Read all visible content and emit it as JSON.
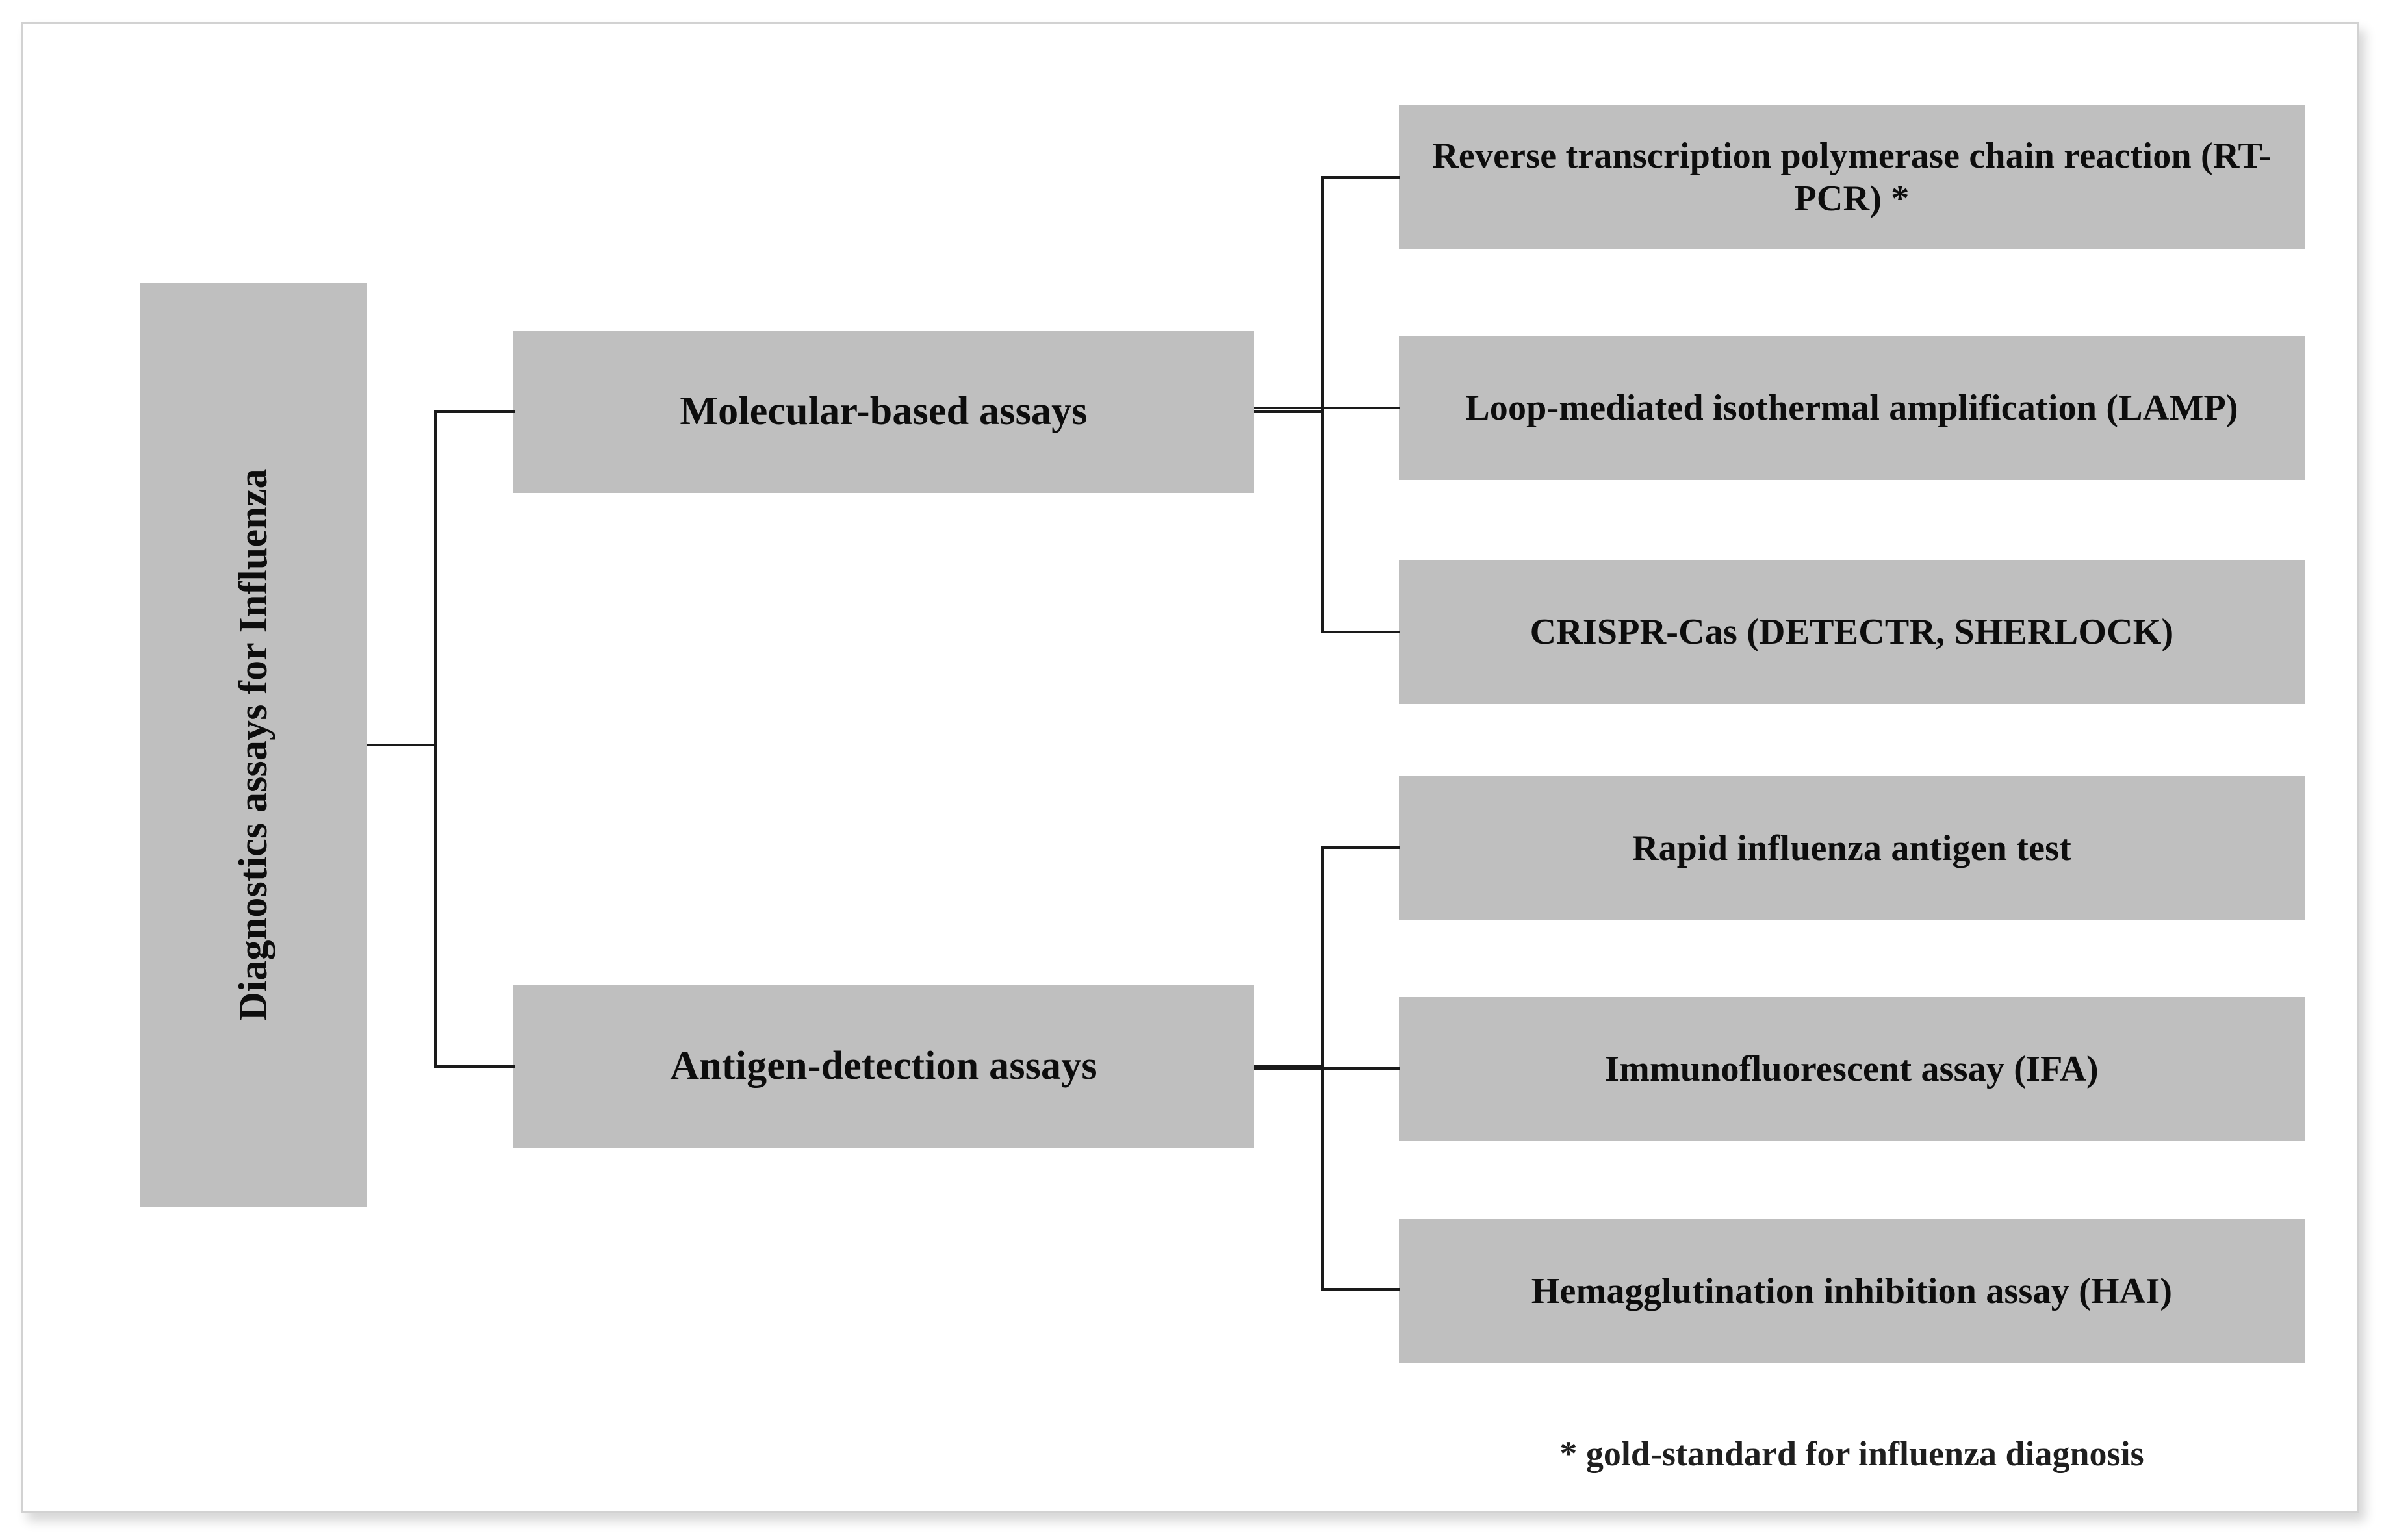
{
  "diagram": {
    "type": "hierarchy-tree",
    "orientation": "left-to-right",
    "root": {
      "label": "Diagnostics assays for Influenza",
      "text_rotation_deg": -90
    },
    "categories": [
      {
        "label": "Molecular-based assays",
        "children": [
          "Reverse transcription polymerase chain reaction (RT-PCR) *",
          "Loop-mediated isothermal amplification (LAMP)",
          "CRISPR-Cas (DETECTR, SHERLOCK)"
        ]
      },
      {
        "label": "Antigen-detection assays",
        "children": [
          "Rapid influenza antigen test",
          "Immunofluorescent assay (IFA)",
          "Hemagglutination inhibition assay (HAI)"
        ]
      }
    ],
    "leaves": [
      "Reverse transcription polymerase chain reaction (RT-PCR) *",
      "Loop-mediated isothermal amplification (LAMP)",
      "CRISPR-Cas (DETECTR, SHERLOCK)",
      "Rapid influenza antigen test",
      "Immunofluorescent assay (IFA)",
      "Hemagglutination inhibition assay (HAI)"
    ],
    "footnote": "* gold-standard for influenza diagnosis",
    "colors": {
      "node_fill": "#bfbfbf",
      "node_text": "#0d0d0d",
      "connector": "#1a1a1a",
      "canvas": "#ffffff",
      "frame_border": "#d2d2d2"
    }
  }
}
